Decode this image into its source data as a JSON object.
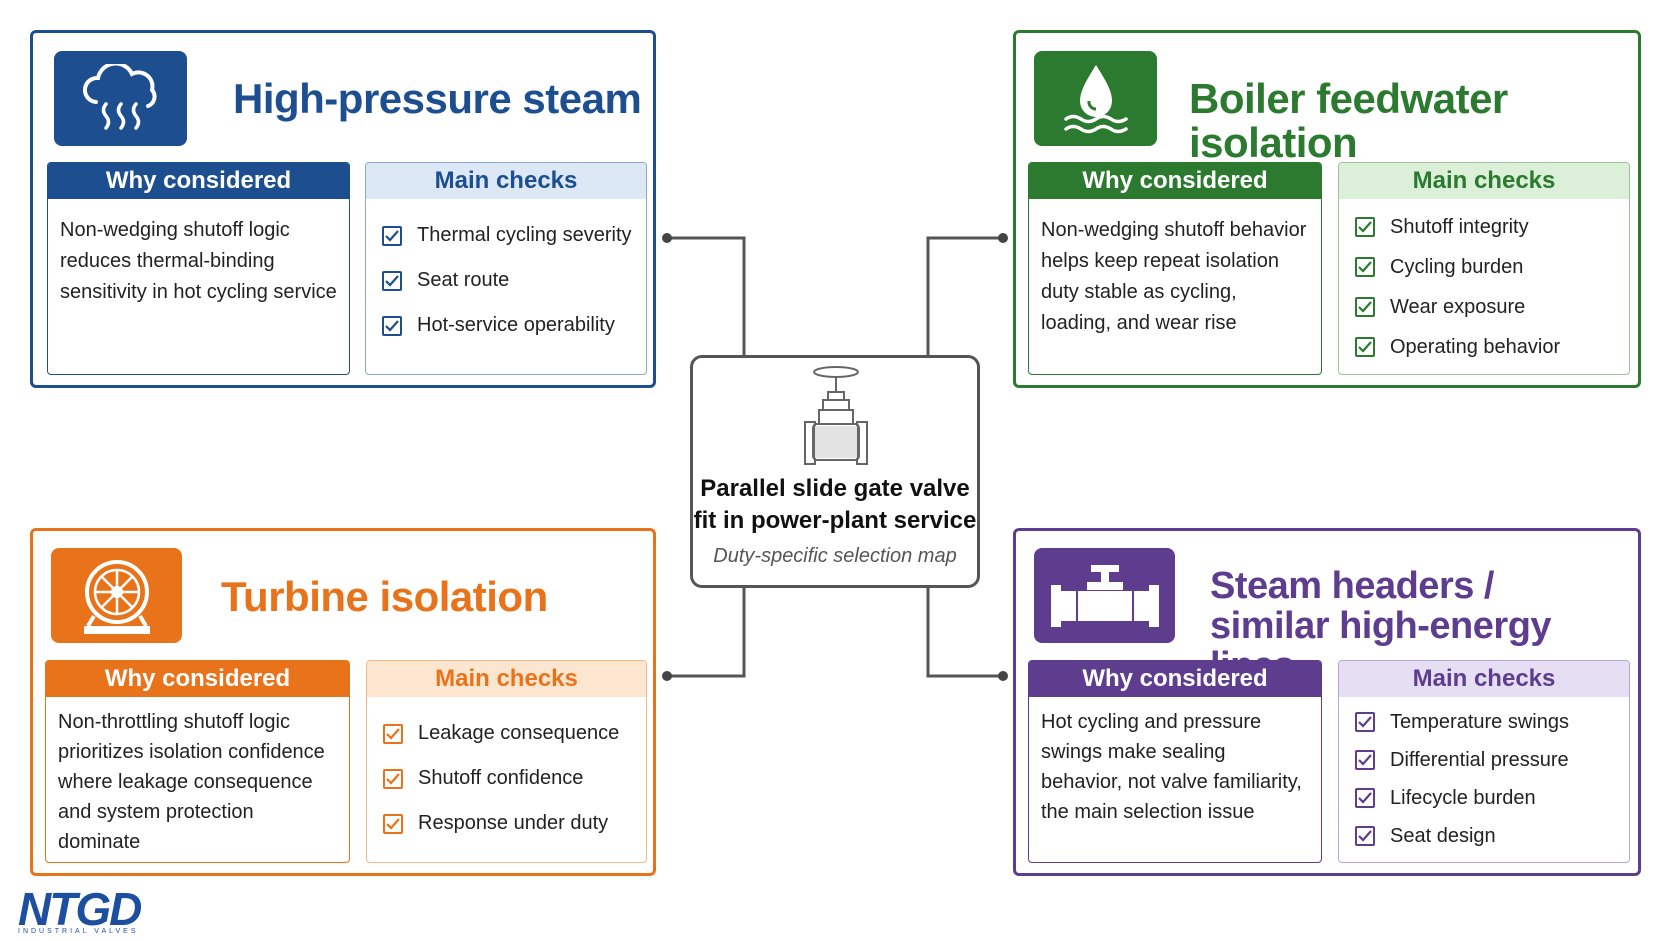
{
  "center": {
    "title_line1": "Parallel slide gate valve",
    "title_line2": "fit in power-plant service",
    "subtitle": "Duty-specific selection map",
    "icon": "gate-valve-icon"
  },
  "panels": {
    "steam": {
      "title": "High-pressure steam",
      "icon": "steam-cloud-icon",
      "color": "#1d4e8f",
      "light": "#dce8f5",
      "why_label": "Why considered",
      "why_text": "Non-wedging shutoff logic reduces thermal-binding sensitivity in hot cycling service",
      "checks_label": "Main checks",
      "checks": [
        "Thermal cycling severity",
        "Seat route",
        "Hot-service operability"
      ]
    },
    "feedwater": {
      "title": "Boiler feedwater isolation",
      "icon": "water-drop-icon",
      "color": "#2b7a2f",
      "light": "#dcefd8",
      "why_label": "Why considered",
      "why_text": "Non-wedging shutoff behavior helps keep repeat isolation duty stable as cycling, loading, and wear rise",
      "checks_label": "Main checks",
      "checks": [
        "Shutoff integrity",
        "Cycling burden",
        "Wear exposure",
        "Operating behavior"
      ]
    },
    "turbine": {
      "title": "Turbine isolation",
      "icon": "turbine-icon",
      "color": "#e8731a",
      "light": "#fde6d0",
      "why_label": "Why considered",
      "why_text": "Non-throttling shutoff logic prioritizes isolation confidence where leakage consequence and system protection dominate",
      "checks_label": "Main checks",
      "checks": [
        "Leakage consequence",
        "Shutoff confidence",
        "Response under duty"
      ]
    },
    "headers": {
      "title_line1": "Steam headers /",
      "title_line2": "similar high-energy lines",
      "icon": "pipe-valve-icon",
      "color": "#5e3d8f",
      "light": "#e6def2",
      "why_label": "Why considered",
      "why_text": "Hot cycling and pressure swings make sealing behavior, not valve familiarity, the main selection issue",
      "checks_label": "Main checks",
      "checks": [
        "Temperature swings",
        "Differential pressure",
        "Lifecycle burden",
        "Seat design"
      ]
    }
  },
  "logo": {
    "text": "NTGD",
    "tagline": "INDUSTRIAL VALVES"
  }
}
